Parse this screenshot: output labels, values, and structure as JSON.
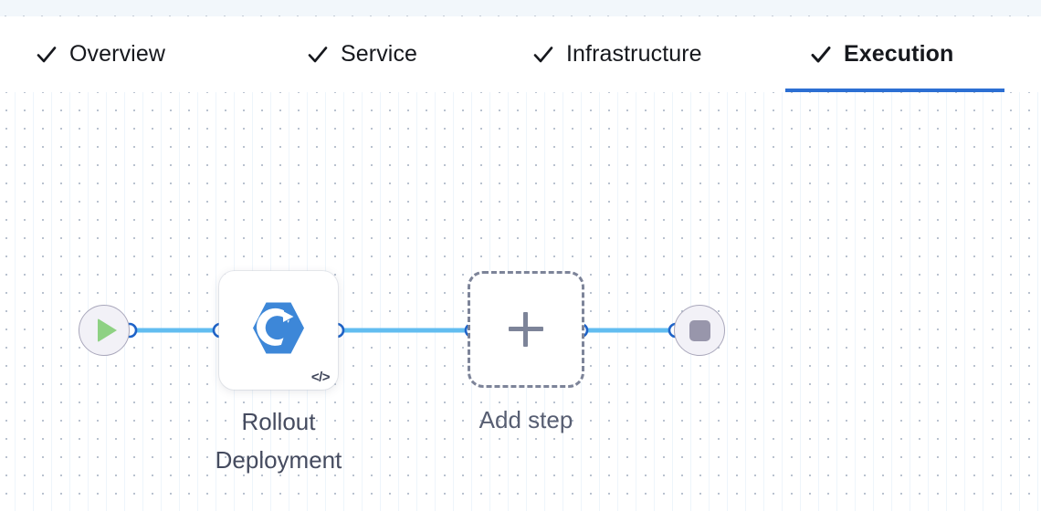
{
  "theme": {
    "accent": "#2c6fd3",
    "edge_color": "#62bdf0",
    "handle_stroke": "#1e63c8",
    "node_icon_blue": "#3d87d8",
    "terminal_fill": "#f2f1f7",
    "terminal_border": "#a9a7bb",
    "play_green": "#8ed183",
    "stop_gray": "#9896ab",
    "dashed_gray": "#7d8499",
    "label_color": "#454b5f",
    "canvas_dot": "#b9c2cf",
    "canvas_line": "#eef5fb",
    "top_strip_bg": "#f2f7fb"
  },
  "tabs": [
    {
      "id": "overview",
      "label": "Overview",
      "icon": "check-icon",
      "complete": true,
      "active": false
    },
    {
      "id": "service",
      "label": "Service",
      "icon": "check-icon",
      "complete": true,
      "active": false
    },
    {
      "id": "infrastructure",
      "label": "Infrastructure",
      "icon": "check-icon",
      "complete": true,
      "active": false
    },
    {
      "id": "execution",
      "label": "Execution",
      "icon": "check-icon",
      "complete": true,
      "active": true
    }
  ],
  "canvas": {
    "nodes": [
      {
        "id": "start",
        "type": "terminal-start",
        "icon": "play-icon",
        "label": ""
      },
      {
        "id": "rollout",
        "type": "step",
        "icon": "argo-rollout-icon",
        "label": "Rollout\nDeployment",
        "badge": "</>"
      },
      {
        "id": "addstep",
        "type": "add-placeholder",
        "icon": "plus-icon",
        "label": "Add step"
      },
      {
        "id": "end",
        "type": "terminal-end",
        "icon": "stop-icon",
        "label": ""
      }
    ]
  }
}
